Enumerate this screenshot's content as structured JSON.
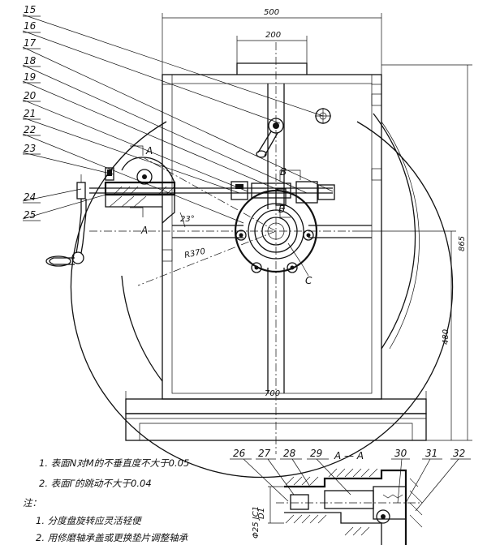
{
  "part_labels": [
    "15",
    "16",
    "17",
    "18",
    "19",
    "20",
    "21",
    "22",
    "23",
    "24",
    "25",
    "26",
    "27",
    "28",
    "29",
    "30",
    "31",
    "32"
  ],
  "dimensions": {
    "width_500": "500",
    "width_200": "200",
    "width_700": "700",
    "height_865": "865",
    "height_480": "480",
    "radius": "R370",
    "angle": "23°",
    "dia_d1": "D1",
    "dia_phi": "Φ25 JC1"
  },
  "section_marks": {
    "a_top": "A",
    "a_bottom": "A",
    "b_upper": "B",
    "b_lower": "B",
    "c_mark": "C",
    "section_title": "A — A"
  },
  "notes": {
    "req1": "1. 表面N对M的不垂直度不大于0.05",
    "req2": "2. 表面Γ的跳动不大于0.04",
    "heading": "注：",
    "note1": "1. 分度盘旋转应灵活轻便",
    "note2": "2. 用修磨轴承盖或更换垫片调整轴承"
  }
}
